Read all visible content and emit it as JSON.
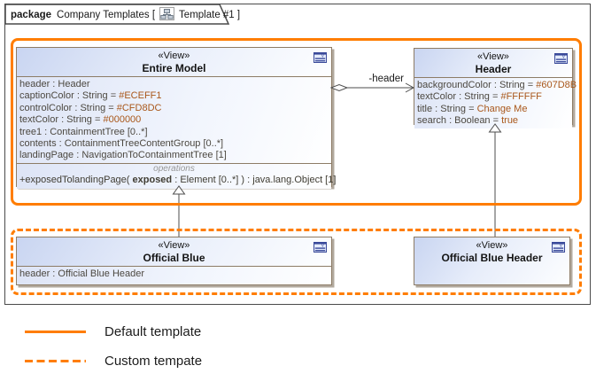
{
  "colors": {
    "template_accent": "#FF7D00",
    "connector_line": "#4d4d4d",
    "attribute_value_text": "#a9571a"
  },
  "tab": {
    "keyword": "package",
    "name": "Company Templates [",
    "diagram": "Template #1 ]"
  },
  "classes": {
    "entire_model": {
      "stereotype": "«View»",
      "name": "Entire Model",
      "attributes": [
        {
          "label": "header : Header",
          "value": ""
        },
        {
          "label": "captionColor : String = ",
          "value": "#ECEFF1"
        },
        {
          "label": "controlColor : String = ",
          "value": "#CFD8DC"
        },
        {
          "label": "textColor : String = ",
          "value": "#000000"
        },
        {
          "label": "tree1 : ContainmentTree [0..*]",
          "value": ""
        },
        {
          "label": "contents : ContainmentTreeContentGroup [0..*]",
          "value": ""
        },
        {
          "label": "landingPage : NavigationToContainmentTree [1]",
          "value": ""
        }
      ],
      "operations_label": "operations",
      "operation": {
        "pre": "+exposedTolandingPage( ",
        "param": "exposed",
        "post": " : Element [0..*] ) : java.lang.Object [1]"
      }
    },
    "header": {
      "stereotype": "«View»",
      "name": "Header",
      "attributes": [
        {
          "label": "backgroundColor : String = ",
          "value": "#607D8B"
        },
        {
          "label": "textColor : String = ",
          "value": "#FFFFFF"
        },
        {
          "label": "title : String = ",
          "value": "Change Me"
        },
        {
          "label": "search : Boolean = ",
          "value": "true"
        }
      ]
    },
    "official_blue": {
      "stereotype": "«View»",
      "name": "Official Blue",
      "attributes": [
        {
          "label": "header : Official Blue Header",
          "value": ""
        }
      ]
    },
    "official_blue_header": {
      "stereotype": "«View»",
      "name": "Official Blue Header"
    }
  },
  "connectors": {
    "header_association_label": "-header"
  },
  "legend": {
    "items": [
      {
        "style": "solid",
        "label": "Default template"
      },
      {
        "style": "dashed",
        "label": "Custom tempate"
      }
    ]
  }
}
